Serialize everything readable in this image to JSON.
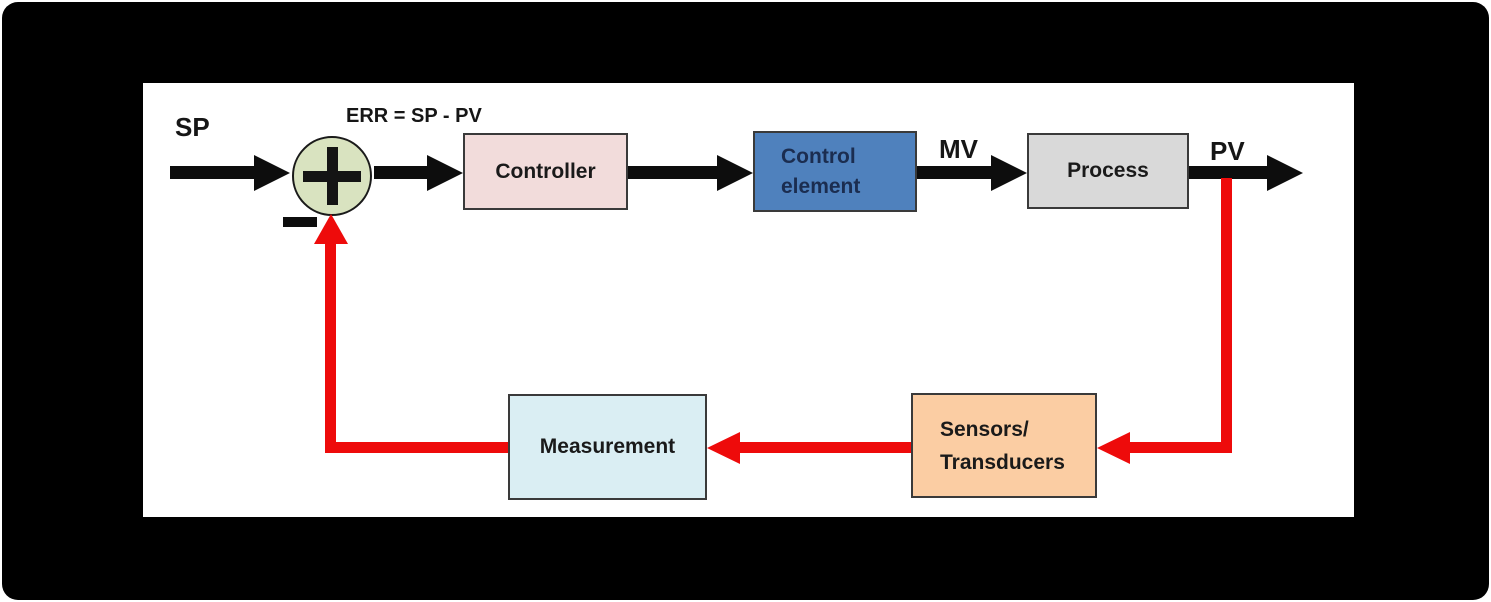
{
  "diagram": {
    "type": "feedback-control-loop-block-diagram",
    "signals": {
      "setpoint": "SP",
      "error_equation": "ERR = SP - PV",
      "manipulated_variable": "MV",
      "process_variable": "PV"
    },
    "summing_junction": {
      "positive_symbol": "+",
      "negative_symbol": "-",
      "fill": "#d9e3c0"
    },
    "blocks": {
      "controller": {
        "label": "Controller",
        "fill": "#f2dcdb"
      },
      "control_element": {
        "line1": "Control",
        "line2": "element",
        "fill": "#4f81bd"
      },
      "process": {
        "label": "Process",
        "fill": "#d9d9d9"
      },
      "measurement": {
        "label": "Measurement",
        "fill": "#daeef3"
      },
      "sensors_transducers": {
        "line1": "Sensors/",
        "line2": "Transducers",
        "fill": "#fbcda3"
      }
    },
    "colors": {
      "background": "#000000",
      "panel": "#ffffff",
      "forward_path": "#0d0d0d",
      "feedback_path": "#ee0b0b"
    }
  }
}
